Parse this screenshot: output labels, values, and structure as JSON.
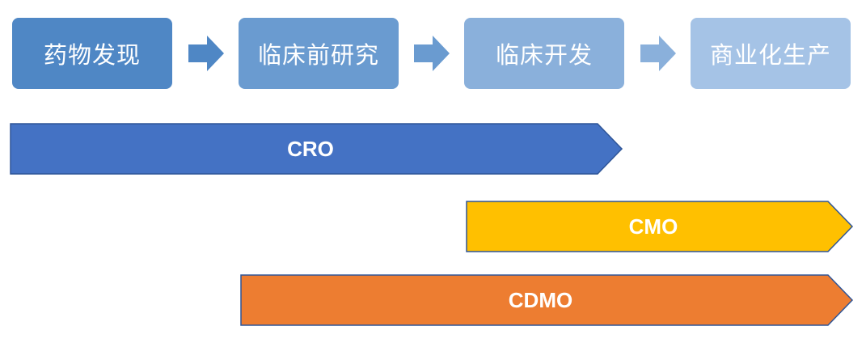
{
  "stages": [
    {
      "label": "药物发现",
      "color": "#4f87c5"
    },
    {
      "label": "临床前研究",
      "color": "#6a9bd0"
    },
    {
      "label": "临床开发",
      "color": "#8ab0db"
    },
    {
      "label": "商业化生产",
      "color": "#a5c3e6"
    }
  ],
  "arrow_colors": [
    "#4f87c5",
    "#6a9bd0",
    "#8ab0db"
  ],
  "bands": [
    {
      "label": "CRO",
      "fill": "#4472c4",
      "stroke": "#2f5597"
    },
    {
      "label": "CMO",
      "fill": "#ffc000",
      "stroke": "#2f5597"
    },
    {
      "label": "CDMO",
      "fill": "#ed7d31",
      "stroke": "#2f5597"
    }
  ]
}
